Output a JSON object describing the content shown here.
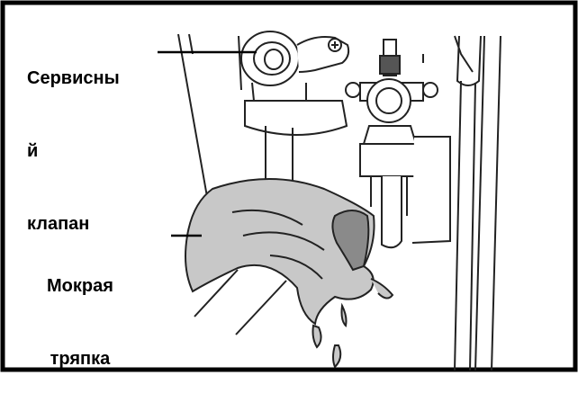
{
  "labels": {
    "service_valve_line1": "Сервисны",
    "service_valve_line2": "й",
    "service_valve_line3": "клапан",
    "wet_rag_line1": "Мокрая",
    "wet_rag_line2": "тряпка"
  },
  "colors": {
    "border": "#000000",
    "line": "#222222",
    "rag_fill": "#c8c8c8",
    "rag_shadow": "#8a8a8a",
    "background": "#ffffff"
  }
}
